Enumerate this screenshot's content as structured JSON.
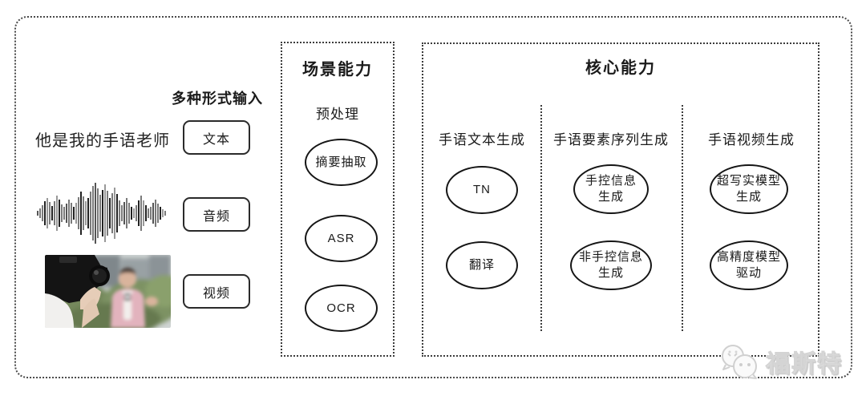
{
  "input_section": {
    "heading": "多种形式输入",
    "sample_text": "他是我的手语老师",
    "boxes": [
      {
        "label": "文本"
      },
      {
        "label": "音频"
      },
      {
        "label": "视频"
      }
    ]
  },
  "scene_section": {
    "title": "场景能力",
    "subtitle": "预处理",
    "nodes": [
      {
        "label": "摘要抽取"
      },
      {
        "label": "ASR"
      },
      {
        "label": "OCR"
      }
    ]
  },
  "core_section": {
    "title": "核心能力",
    "columns": [
      {
        "header": "手语文本生成",
        "nodes": [
          {
            "label": "TN"
          },
          {
            "label": "翻译"
          }
        ]
      },
      {
        "header": "手语要素序列生成",
        "nodes": [
          {
            "label": "手控信息\n生成"
          },
          {
            "label": "非手控信息\n生成"
          }
        ]
      },
      {
        "header": "手语视频生成",
        "nodes": [
          {
            "label": "超写实模型\n生成"
          },
          {
            "label": "高精度模型\n驱动"
          }
        ]
      }
    ]
  },
  "watermark": {
    "text": "福斯特"
  },
  "colors": {
    "line": "#1a1a1a",
    "dotted_border": "#3c3c3c",
    "watermark": "#d4d4d4"
  }
}
